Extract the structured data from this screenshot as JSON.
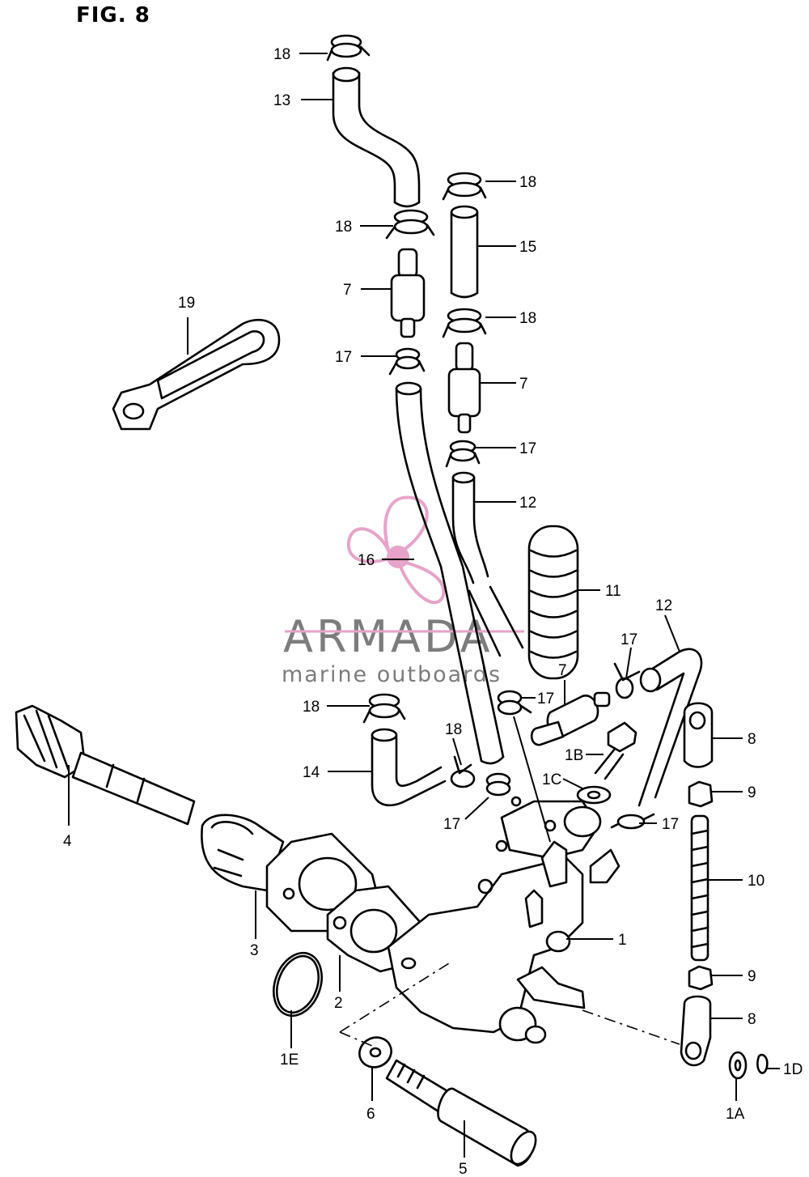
{
  "figure": {
    "title": "FIG. 8"
  },
  "watermark": {
    "brand": "ARMADA",
    "tagline": "marine outboards",
    "brand_color": "#6e6e6e",
    "accent_color": "#e59ac4"
  },
  "callouts": {
    "c18a": "18",
    "c13": "13",
    "c18b": "18",
    "c15": "15",
    "c18c": "18",
    "c7a": "7",
    "c18d": "18",
    "c19": "19",
    "c17a": "17",
    "c7b": "7",
    "c17b": "17",
    "c12a": "12",
    "c16": "16",
    "c11": "11",
    "c12b": "12",
    "c17c": "17",
    "c7c": "7",
    "c17d": "17",
    "c18e": "18",
    "c8a": "8",
    "c18f": "18",
    "c1B": "1B",
    "c14": "14",
    "c1C": "1C",
    "c9a": "9",
    "c4": "4",
    "c17e": "17",
    "c17f": "17",
    "c10": "10",
    "c3": "3",
    "c1": "1",
    "c9b": "9",
    "c2": "2",
    "c8b": "8",
    "c1E": "1E",
    "c1D": "1D",
    "c6": "6",
    "c1A": "1A",
    "c5": "5"
  }
}
